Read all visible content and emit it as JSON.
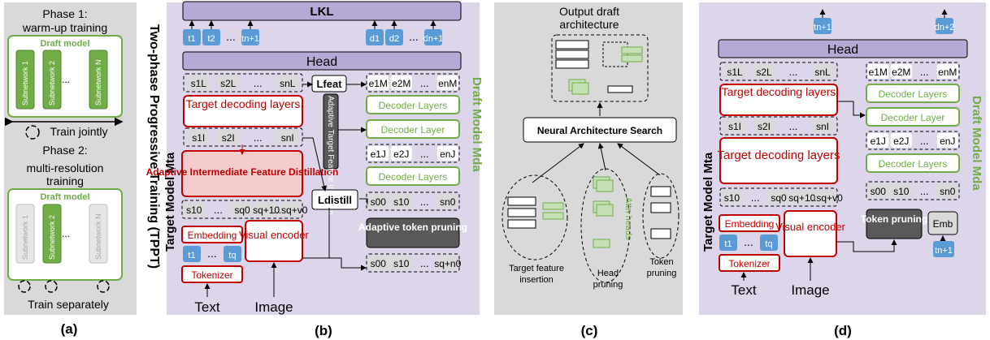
{
  "a": {
    "phase1": "Phase 1:",
    "phase1_sub": "warm-up training",
    "draft_model": "Draft model",
    "subnets": [
      "Subnetwork 1",
      "Subnetwork 2",
      "...",
      "Subnetwork N"
    ],
    "train_jointly": "Train jointly",
    "phase2": "Phase 2:",
    "phase2_sub1": "multi-resolution",
    "phase2_sub2": "training",
    "train_separately": "Train separately",
    "side_title": "Two-phase Progressive Training (TPPT)",
    "caption": "(a)"
  },
  "b": {
    "lkl": "LKL",
    "head": "Head",
    "tokens_t": [
      "t1",
      "t2",
      "...",
      "tn+1"
    ],
    "tokens_d": [
      "d1",
      "d2",
      "...",
      "dn+1"
    ],
    "target_model": "Target Model Mta",
    "draft_model": "Draft Model Mda",
    "row_sL": [
      "s1L",
      "s2L",
      "...",
      "snL"
    ],
    "lfeat": "Lfeat",
    "target_decoding": "Target decoding layers",
    "row_sI": [
      "s1I",
      "s2I",
      "...",
      "snI"
    ],
    "aifd": "Adaptive Intermediate Feature Distillation",
    "row_s0": [
      "s10",
      "...",
      "sq0",
      "sq+10",
      "...sq+v0"
    ],
    "embedding": "Embedding",
    "tq": [
      "t1",
      "...",
      "tq"
    ],
    "tokenizer": "Tokenizer",
    "visual_encoder": "Visual encoder",
    "text": "Text",
    "image": "Image",
    "atfi": "Adaptive Target Feature Injection",
    "ldistill": "Ldistill",
    "row_eM": [
      "e1M",
      "e2M",
      "...",
      "enM"
    ],
    "decoder_layers": "Decoder Layers",
    "decoder_layer": "Decoder Layer",
    "row_eJ": [
      "e1J",
      "e2J",
      "...",
      "enJ"
    ],
    "row_d0": [
      "s00",
      "s10",
      "...",
      "sn0"
    ],
    "atp": "Adaptive token pruning",
    "row_p0": [
      "s00",
      "s10",
      "...",
      "sq+n0"
    ],
    "caption": "(b)"
  },
  "c": {
    "output_title": "Output draft architecture",
    "nas": "Neural Architecture Search",
    "attn_heads": "Attn heads",
    "labels": [
      "Target feature insertion",
      "Head pruning",
      "Token pruning"
    ],
    "caption": "(c)"
  },
  "d": {
    "tok_top": [
      "tn+1",
      "dn+2"
    ],
    "head": "Head",
    "target_model": "Target Model Mta",
    "draft_model": "Draft Model Mda",
    "row_sL": [
      "s1L",
      "s2L",
      "...",
      "snL"
    ],
    "row_eM": [
      "e1M",
      "e2M",
      "...",
      "enM"
    ],
    "target_decoding": "Target decoding layers",
    "decoder_layers": "Decoder Layers",
    "row_sI": [
      "s1I",
      "s2I",
      "...",
      "snI"
    ],
    "decoder_layer": "Decoder Layer",
    "row_eJ": [
      "e1J",
      "e2J",
      "...",
      "enJ"
    ],
    "row_s0": [
      "s10",
      "...",
      "sq0",
      "sq+10",
      "...sq+v0"
    ],
    "row_d0": [
      "s00",
      "s10",
      "...",
      "sn0"
    ],
    "embedding": "Embedding",
    "visual_encoder": "Visual encoder",
    "token_pruning": "Token pruning",
    "emb": "Emb",
    "tq": [
      "t1",
      "...",
      "tq"
    ],
    "tn1": "tn+1",
    "tokenizer": "Tokenizer",
    "text": "Text",
    "image": "Image",
    "caption": "(d)"
  },
  "colors": {
    "panel_gray": "#d9d9d9",
    "panel_purple": "#ddd6ea",
    "bar_purple": "#b7a9d6",
    "token_blue": "#5b9bd5",
    "green": "#70ad47",
    "green_light": "#c5e0b4",
    "red": "#c00000",
    "dark": "#595959"
  }
}
